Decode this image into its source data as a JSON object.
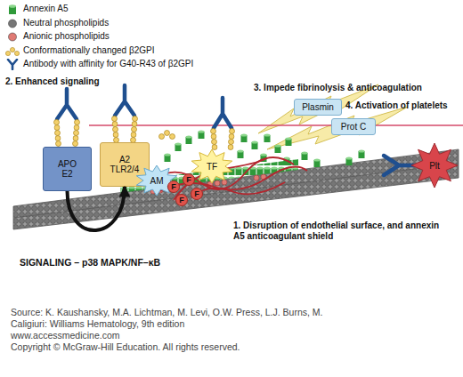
{
  "diagram": {
    "nodes": [
      {
        "text": [
          "APO E2"
        ]
      },
      {
        "text": [
          "A2 TLR2/4"
        ]
      },
      {
        "text": [
          "AM"
        ]
      },
      {
        "text": [
          "TF"
        ]
      },
      {
        "text": [
          "F"
        ]
      },
      {
        "text": [
          "F"
        ]
      },
      {
        "text": [
          "F"
        ]
      },
      {
        "text": [
          "F"
        ]
      },
      {
        "text": [
          "Plasmin"
        ]
      },
      {
        "text": [
          "Prot C"
        ]
      },
      {
        "text": [
          "Plt"
        ]
      }
    ],
    "edges": [
      {
        "from": 0,
        "to": 1,
        "arrow": "to",
        "label": "SIGNALING – p38 MAPK/NF–κB"
      }
    ],
    "labels": [
      "2. Enhanced signaling",
      "3. Impede fibrinolysis & anticoagulation",
      "4. Activation of platelets",
      "1. Disruption of endothelial surface, and annexin A5 anticoagulant shield",
      "Source: K. Kaushansky, M.A. Lichtman, M. Levi, O.W. Press, L.J. Burns, M. Caligiuri: Williams Hematology, 9th edition",
      "www.accessmedicine.com",
      "Copyright © McGraw-Hill Education. All rights reserved."
    ],
    "legend": [
      {
        "text": "Annexin A5",
        "color": "#2f9a3a"
      },
      {
        "text": "Neutral phospholipids",
        "color": "#767676"
      },
      {
        "text": "Anionic phospholipids",
        "color": "#e07a74"
      },
      {
        "text": "Conformationally changed β2GPI",
        "color": "#f3d06a"
      },
      {
        "text": "Antibody with affinity for G40-R43 of β2GPI"
      }
    ]
  }
}
